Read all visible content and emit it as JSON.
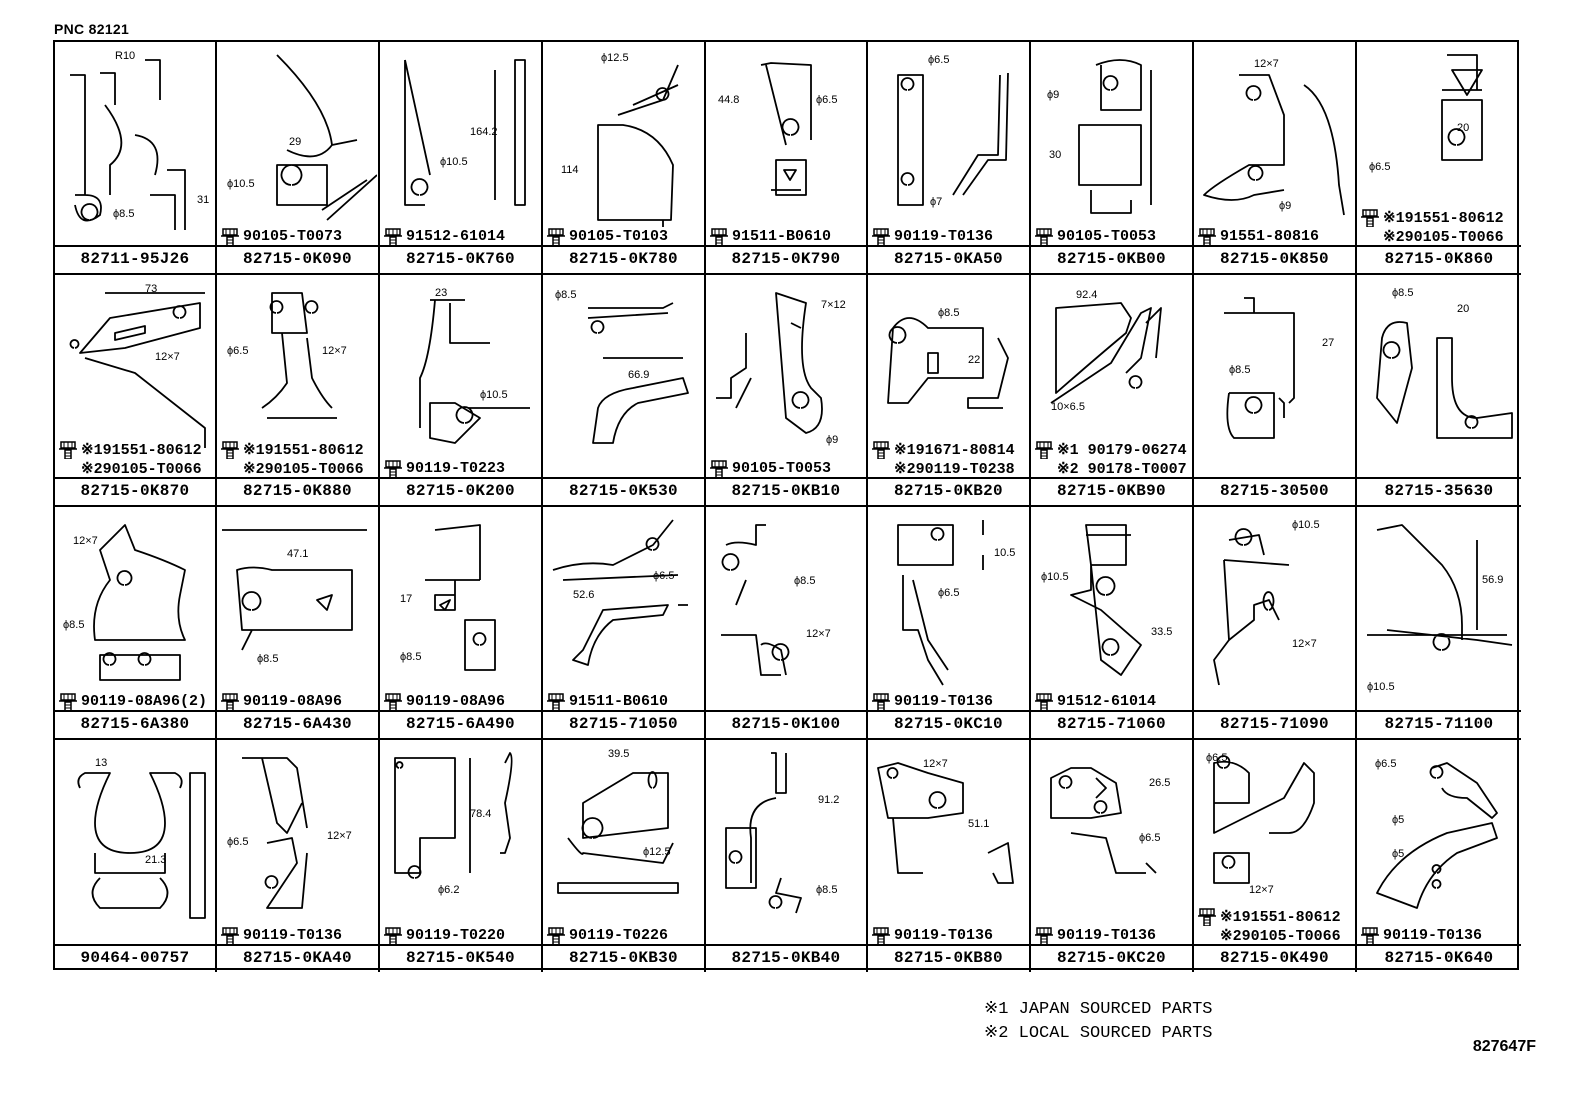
{
  "pnc": "PNC 82121",
  "footnotes": [
    "※1 JAPAN SOURCED PARTS",
    "※2 LOCAL SOURCED PARTS"
  ],
  "drawing_code": "827647F",
  "cells": [
    {
      "part": "82711-95J26",
      "bolts": [],
      "dims": [
        "R10",
        "31",
        "ϕ8.5"
      ]
    },
    {
      "part": "82715-0K090",
      "bolts": [
        "90105-T0073"
      ],
      "dims": [
        "29",
        "ϕ10.5"
      ]
    },
    {
      "part": "82715-0K760",
      "bolts": [
        "91512-61014"
      ],
      "dims": [
        "164.2",
        "ϕ10.5"
      ]
    },
    {
      "part": "82715-0K780",
      "bolts": [
        "90105-T0103"
      ],
      "dims": [
        "ϕ12.5",
        "114"
      ]
    },
    {
      "part": "82715-0K790",
      "bolts": [
        "91511-B0610"
      ],
      "dims": [
        "44.8",
        "ϕ6.5"
      ]
    },
    {
      "part": "82715-0KA50",
      "bolts": [
        "90119-T0136"
      ],
      "dims": [
        "ϕ6.5",
        "ϕ7"
      ]
    },
    {
      "part": "82715-0KB00",
      "bolts": [
        "90105-T0053"
      ],
      "dims": [
        "ϕ9",
        "30"
      ]
    },
    {
      "part": "82715-0K850",
      "bolts": [
        "91551-80816"
      ],
      "dims": [
        "12×7",
        "ϕ9"
      ]
    },
    {
      "part": "82715-0K860",
      "bolts": [
        "※191551-80612",
        "※290105-T0066"
      ],
      "dims": [
        "20",
        "ϕ6.5"
      ]
    },
    {
      "part": "82715-0K870",
      "bolts": [
        "※191551-80612",
        "※290105-T0066"
      ],
      "dims": [
        "73",
        "12×7"
      ]
    },
    {
      "part": "82715-0K880",
      "bolts": [
        "※191551-80612",
        "※290105-T0066"
      ],
      "dims": [
        "ϕ6.5",
        "12×7"
      ]
    },
    {
      "part": "82715-0K200",
      "bolts": [
        "90119-T0223"
      ],
      "dims": [
        "23",
        "ϕ10.5"
      ]
    },
    {
      "part": "82715-0K530",
      "bolts": [],
      "dims": [
        "ϕ8.5",
        "66.9"
      ]
    },
    {
      "part": "82715-0KB10",
      "bolts": [
        "90105-T0053"
      ],
      "dims": [
        "7×12",
        "ϕ9"
      ]
    },
    {
      "part": "82715-0KB20",
      "bolts": [
        "※191671-80814",
        "※290119-T0238"
      ],
      "dims": [
        "ϕ8.5",
        "22"
      ]
    },
    {
      "part": "82715-0KB90",
      "bolts": [
        "※1 90179-06274",
        "※2 90178-T0007"
      ],
      "dims": [
        "92.4",
        "10×6.5"
      ]
    },
    {
      "part": "82715-30500",
      "bolts": [],
      "dims": [
        "27",
        "ϕ8.5"
      ]
    },
    {
      "part": "82715-35630",
      "bolts": [],
      "dims": [
        "ϕ8.5",
        "20"
      ]
    },
    {
      "part": "82715-6A380",
      "bolts": [
        "90119-08A96(2)"
      ],
      "dims": [
        "12×7",
        "ϕ8.5"
      ]
    },
    {
      "part": "82715-6A430",
      "bolts": [
        "90119-08A96"
      ],
      "dims": [
        "47.1",
        "ϕ8.5"
      ]
    },
    {
      "part": "82715-6A490",
      "bolts": [
        "90119-08A96"
      ],
      "dims": [
        "17",
        "ϕ8.5"
      ]
    },
    {
      "part": "82715-71050",
      "bolts": [
        "91511-B0610"
      ],
      "dims": [
        "ϕ6.5",
        "52.6"
      ]
    },
    {
      "part": "82715-0K100",
      "bolts": [],
      "dims": [
        "ϕ8.5",
        "12×7"
      ]
    },
    {
      "part": "82715-0KC10",
      "bolts": [
        "90119-T0136"
      ],
      "dims": [
        "10.5",
        "ϕ6.5"
      ]
    },
    {
      "part": "82715-71060",
      "bolts": [
        "91512-61014"
      ],
      "dims": [
        "ϕ10.5",
        "33.5"
      ]
    },
    {
      "part": "82715-71090",
      "bolts": [],
      "dims": [
        "ϕ10.5",
        "12×7"
      ]
    },
    {
      "part": "82715-71100",
      "bolts": [],
      "dims": [
        "56.9",
        "ϕ10.5"
      ]
    },
    {
      "part": "90464-00757",
      "bolts": [],
      "dims": [
        "13",
        "21.3"
      ]
    },
    {
      "part": "82715-0KA40",
      "bolts": [
        "90119-T0136"
      ],
      "dims": [
        "ϕ6.5",
        "12×7"
      ]
    },
    {
      "part": "82715-0K540",
      "bolts": [
        "90119-T0220"
      ],
      "dims": [
        "78.4",
        "ϕ6.2"
      ]
    },
    {
      "part": "82715-0KB30",
      "bolts": [
        "90119-T0226"
      ],
      "dims": [
        "39.5",
        "ϕ12.5"
      ]
    },
    {
      "part": "82715-0KB40",
      "bolts": [],
      "dims": [
        "91.2",
        "ϕ8.5"
      ]
    },
    {
      "part": "82715-0KB80",
      "bolts": [
        "90119-T0136"
      ],
      "dims": [
        "12×7",
        "51.1"
      ]
    },
    {
      "part": "82715-0KC20",
      "bolts": [
        "90119-T0136"
      ],
      "dims": [
        "26.5",
        "ϕ6.5"
      ]
    },
    {
      "part": "82715-0K490",
      "bolts": [
        "※191551-80612",
        "※290105-T0066"
      ],
      "dims": [
        "ϕ6.5",
        "12×7"
      ]
    },
    {
      "part": "82715-0K640",
      "bolts": [
        "90119-T0136"
      ],
      "dims": [
        "ϕ6.5",
        "ϕ5",
        "ϕ5"
      ]
    }
  ]
}
